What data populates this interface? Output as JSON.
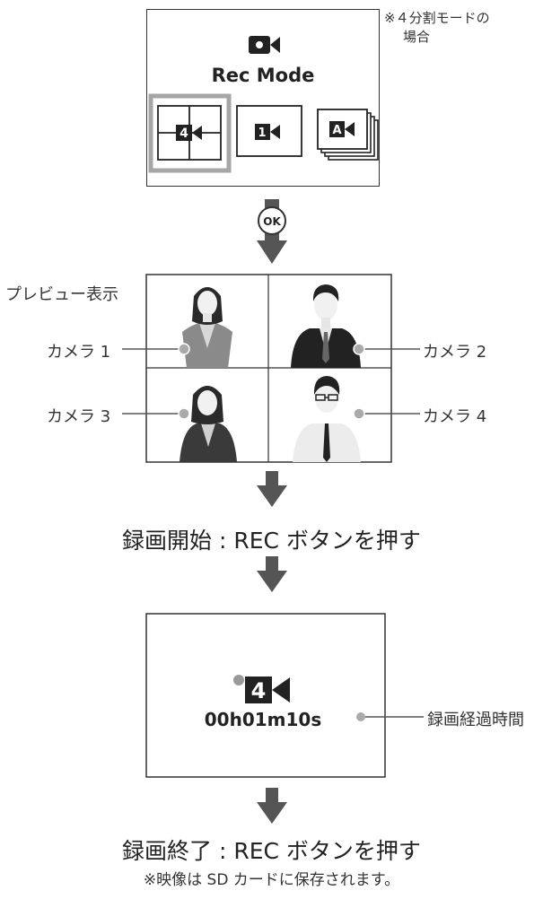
{
  "note_top": {
    "line1": "※４分割モードの",
    "line2": "場合"
  },
  "rec_mode_screen": {
    "title": "Rec Mode",
    "icons": [
      "camera-icon",
      "quad-split-mode-icon",
      "single-mode-icon",
      "auto-mode-icon"
    ],
    "selected_mode": "4-split"
  },
  "ok_button": {
    "label": "OK"
  },
  "preview": {
    "label": "プレビュー表示",
    "cameras": [
      "カメラ 1",
      "カメラ 2",
      "カメラ 3",
      "カメラ 4"
    ]
  },
  "step_start": "録画開始 : REC ボタンを押す",
  "recording_screen": {
    "timer": "00h01m10s",
    "timer_label": "録画経過時間",
    "icons": [
      "recording-dot-icon",
      "quad-split-mode-icon"
    ]
  },
  "step_end": "録画終了 : REC ボタンを押す",
  "footnote": "※映像は SD カードに保存されます。",
  "colors": {
    "arrow": "#555555",
    "selection": "#a6a6a6",
    "frame": "#333333"
  }
}
